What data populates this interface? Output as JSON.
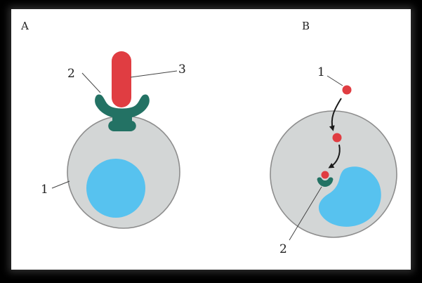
{
  "panels": {
    "a": {
      "letter": "A",
      "labels": {
        "cell": "1",
        "receptor": "2",
        "ligand": "3"
      }
    },
    "b": {
      "letter": "B",
      "labels": {
        "hormone": "1",
        "receptor": "2"
      }
    }
  },
  "colors": {
    "cell_fill": "#d3d6d6",
    "cell_stroke": "#8d8d8d",
    "nucleus": "#57c2ef",
    "receptor": "#237264",
    "ligand": "#e03d42",
    "arrow": "#1a1a1a",
    "frame": "#000000",
    "panel": "#ffffff"
  }
}
